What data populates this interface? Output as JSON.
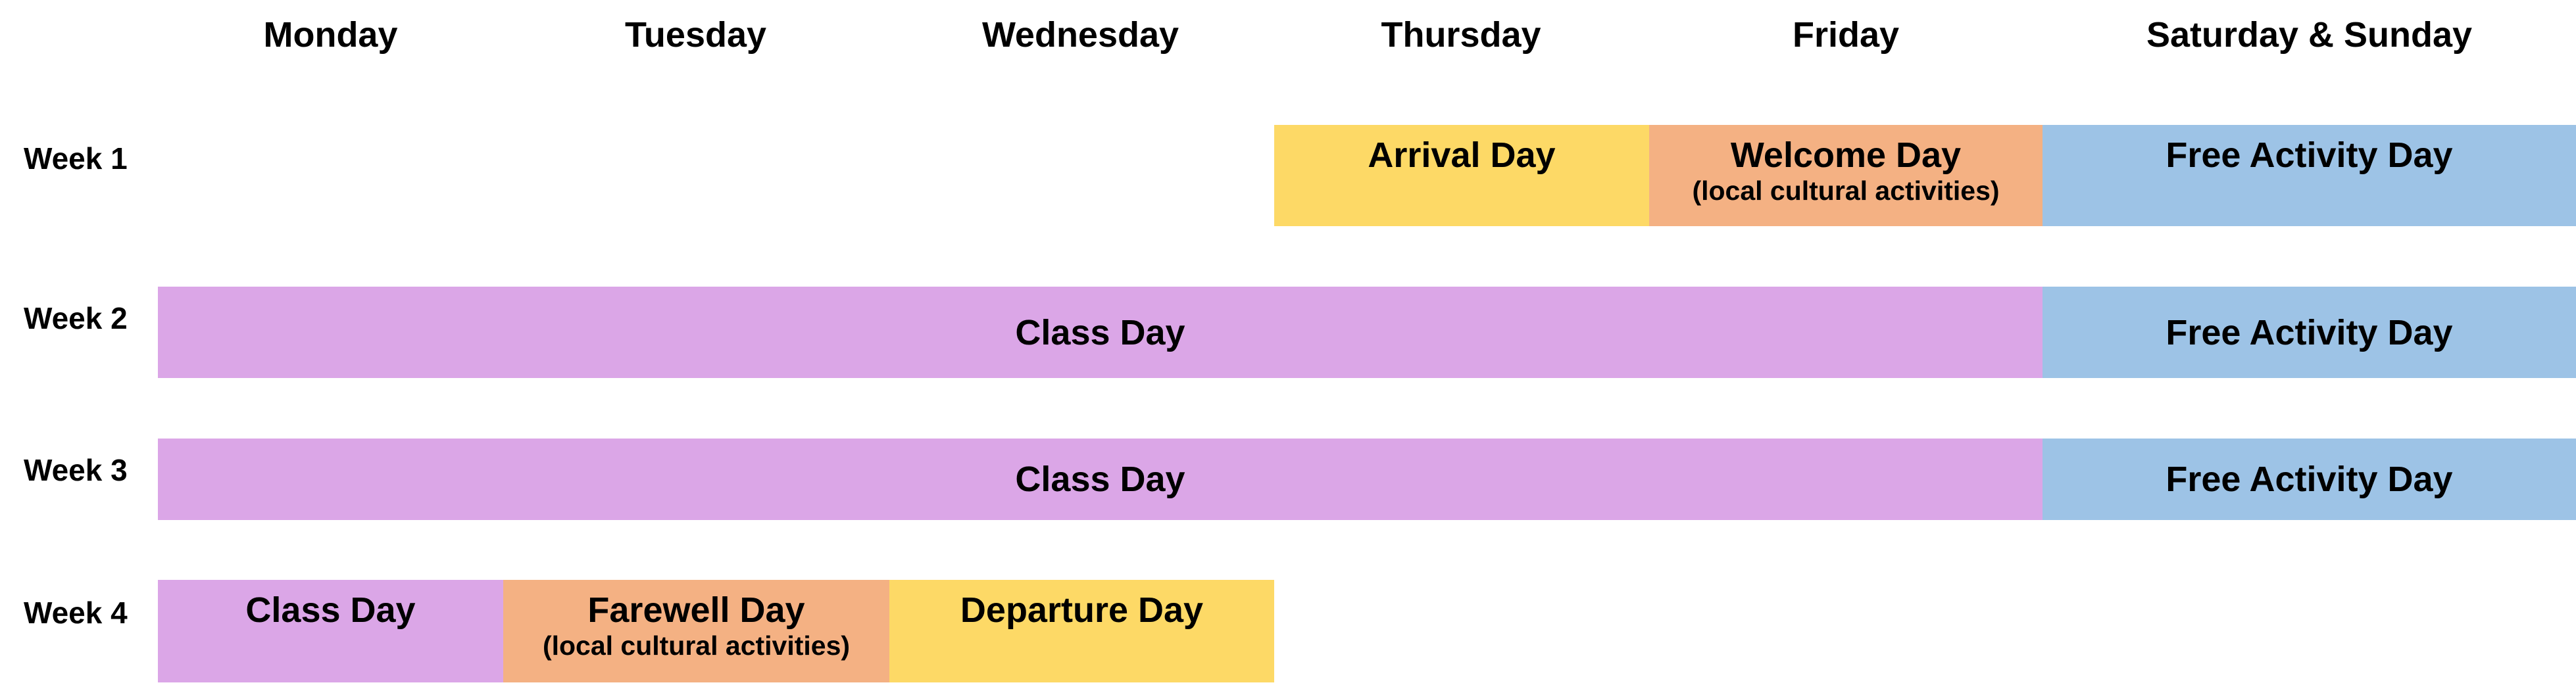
{
  "days": [
    {
      "label": "Monday"
    },
    {
      "label": "Tuesday"
    },
    {
      "label": "Wednesday"
    },
    {
      "label": "Thursday"
    },
    {
      "label": "Friday"
    },
    {
      "label": "Saturday & Sunday"
    }
  ],
  "weeks": [
    {
      "label": "Week 1"
    },
    {
      "label": "Week 2"
    },
    {
      "label": "Week 3"
    },
    {
      "label": "Week 4"
    }
  ],
  "colors": {
    "arrival_departure": "#fdd966",
    "welcome_farewell": "#f4b183",
    "free_activity": "#9dc3e6",
    "class": "#dba6e7"
  },
  "blocks": {
    "w1_arrival": {
      "title": "Arrival Day"
    },
    "w1_welcome": {
      "title": "Welcome Day",
      "subtitle": "(local cultural activities)"
    },
    "w1_free": {
      "title": "Free Activity Day"
    },
    "w2_class": {
      "title": "Class Day"
    },
    "w2_free": {
      "title": "Free Activity Day"
    },
    "w3_class": {
      "title": "Class Day"
    },
    "w3_free": {
      "title": "Free Activity Day"
    },
    "w4_class": {
      "title": "Class Day"
    },
    "w4_farewell": {
      "title": "Farewell Day",
      "subtitle": "(local cultural activities)"
    },
    "w4_departure": {
      "title": "Departure Day"
    }
  }
}
